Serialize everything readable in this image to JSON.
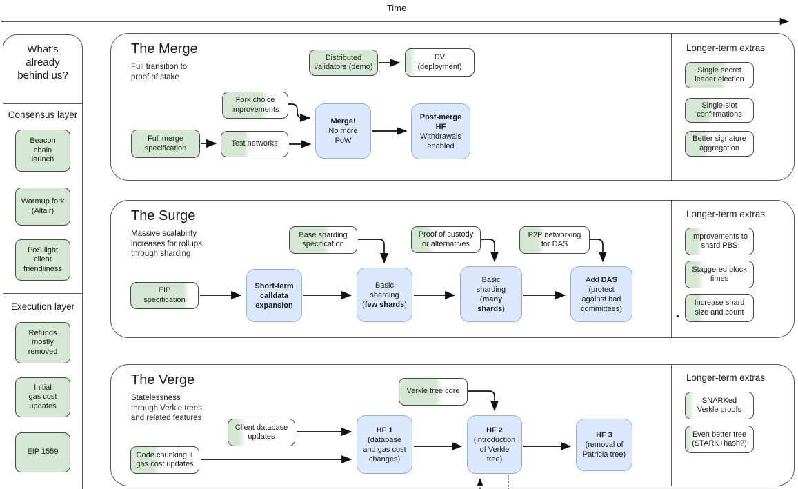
{
  "colors": {
    "green": "#d5e8d4",
    "blue": "#dbe8fc",
    "blue_border": "#96afd2",
    "box_border": "#474747"
  },
  "time_axis": {
    "label": "Time"
  },
  "behind_panel": {
    "title": "What's\nalready\nbehind us?",
    "consensus_label": "Consensus layer",
    "consensus_items": [
      {
        "text": "Beacon\nchain\nlaunch",
        "fill": 1
      },
      {
        "text": "Warmup fork\n(Altair)",
        "fill": 1
      },
      {
        "text": "PoS light\nclient\nfriendliness",
        "fill": 1
      }
    ],
    "execution_label": "Execution layer",
    "execution_items": [
      {
        "text": "Refunds\nmostly\nremoved",
        "fill": 1
      },
      {
        "text": "Initial\ngas cost\nupdates",
        "fill": 1
      },
      {
        "text": "EIP 1559",
        "fill": 1
      }
    ]
  },
  "merge": {
    "title": "The Merge",
    "subtitle": "Full transition to\nproof of stake",
    "nodes": {
      "distributed_validators": {
        "text": "Distributed\nvalidators (demo)",
        "fill": 1
      },
      "dv_deployment": {
        "text": "DV\n(deployment)",
        "fill": 0.1
      },
      "fork_choice": {
        "text": "Fork choice\nimprovements",
        "fill": 0.63
      },
      "full_merge_spec": {
        "text": "Full merge\nspecification",
        "fill": 1
      },
      "test_networks": {
        "text": "Test networks",
        "fill": 0.38
      },
      "merge_hf": {
        "lines": [
          [
            {
              "t": "Merge!",
              "b": true
            }
          ],
          [
            {
              "t": "No more",
              "b": false
            }
          ],
          [
            {
              "t": "PoW",
              "b": false
            }
          ]
        ]
      },
      "post_merge_hf": {
        "lines": [
          [
            {
              "t": "Post-merge",
              "b": true
            }
          ],
          [
            {
              "t": "HF",
              "b": true
            }
          ],
          [
            {
              "t": "Withdrawals",
              "b": false
            }
          ],
          [
            {
              "t": "enabled",
              "b": false
            }
          ]
        ]
      }
    },
    "extras_title": "Longer-term extras",
    "extras": [
      {
        "text": "Single secret\nleader election",
        "fill": 0.57
      },
      {
        "text": "Single-slot\nconfirmations",
        "fill": 0.35
      },
      {
        "text": "Better signature\naggregation",
        "fill": 0.3
      }
    ]
  },
  "surge": {
    "title": "The Surge",
    "subtitle": "Massive scalability\nincreases for rollups\nthrough sharding",
    "nodes": {
      "eip_spec": {
        "text": "EIP\nspecification",
        "fill": 0.82
      },
      "base_sharding_spec": {
        "text": "Base sharding\nspecification",
        "fill": 0.55
      },
      "proof_custody": {
        "text": "Proof of custody\nor alternatives",
        "fill": 0.28
      },
      "p2p_das": {
        "text": "P2P networking\nfor DAS",
        "fill": 0.3
      },
      "short_term": {
        "lines": [
          [
            {
              "t": "Short-term",
              "b": true
            }
          ],
          [
            {
              "t": "calldata",
              "b": true
            }
          ],
          [
            {
              "t": "expansion",
              "b": true
            }
          ]
        ]
      },
      "basic_few": {
        "lines": [
          [
            {
              "t": "Basic",
              "b": false
            }
          ],
          [
            {
              "t": "sharding",
              "b": false
            }
          ],
          [
            {
              "t": "(",
              "b": false
            },
            {
              "t": "few shards",
              "b": true
            },
            {
              "t": ")",
              "b": false
            }
          ]
        ]
      },
      "basic_many": {
        "lines": [
          [
            {
              "t": "Basic",
              "b": false
            }
          ],
          [
            {
              "t": "sharding",
              "b": false
            }
          ],
          [
            {
              "t": "(",
              "b": false
            },
            {
              "t": "many",
              "b": true
            }
          ],
          [
            {
              "t": "shards",
              "b": true
            },
            {
              "t": ")",
              "b": false
            }
          ]
        ]
      },
      "add_das": {
        "lines": [
          [
            {
              "t": "Add ",
              "b": false
            },
            {
              "t": "DAS",
              "b": true
            }
          ],
          [
            {
              "t": "(protect",
              "b": false
            }
          ],
          [
            {
              "t": "against bad",
              "b": false
            }
          ],
          [
            {
              "t": "committees)",
              "b": false
            }
          ]
        ]
      }
    },
    "extras_title": "Longer-term extras",
    "extras": [
      {
        "text": "Improvements to\nshard PBS",
        "fill": 0.2
      },
      {
        "text": "Staggered block\ntimes",
        "fill": 0.22
      },
      {
        "text": "Increase shard\nsize and count",
        "fill": 0.22
      }
    ]
  },
  "verge": {
    "title": "The Verge",
    "subtitle": "Statelessness\nthrough Verkle trees\nand related features",
    "nodes": {
      "client_db": {
        "text": "Client database\nupdates",
        "fill": 0.2
      },
      "code_chunking": {
        "text": "Code chunking +\ngas cost updates",
        "fill": 0.38
      },
      "verkle_core": {
        "text": "Verkle tree core",
        "fill": 0.58
      },
      "hf1": {
        "lines": [
          [
            {
              "t": "HF 1",
              "b": true
            }
          ],
          [
            {
              "t": "(database",
              "b": false
            }
          ],
          [
            {
              "t": "and gas cost",
              "b": false
            }
          ],
          [
            {
              "t": "changes)",
              "b": false
            }
          ]
        ]
      },
      "hf2": {
        "lines": [
          [
            {
              "t": "HF 2",
              "b": true
            }
          ],
          [
            {
              "t": "(introduction",
              "b": false
            }
          ],
          [
            {
              "t": "of Verkle",
              "b": false
            }
          ],
          [
            {
              "t": "tree)",
              "b": false
            }
          ]
        ]
      },
      "hf3": {
        "lines": [
          [
            {
              "t": "HF 3",
              "b": true
            }
          ],
          [
            {
              "t": "(removal of",
              "b": false
            }
          ],
          [
            {
              "t": "Patricia tree)",
              "b": false
            }
          ]
        ]
      }
    },
    "extras_title": "Longer-term extras",
    "extras": [
      {
        "text": "SNARKed\nVerkle proofs",
        "fill": 0.08
      },
      {
        "text": "Even better tree\n(STARK+hash?)",
        "fill": 0.08
      }
    ]
  }
}
